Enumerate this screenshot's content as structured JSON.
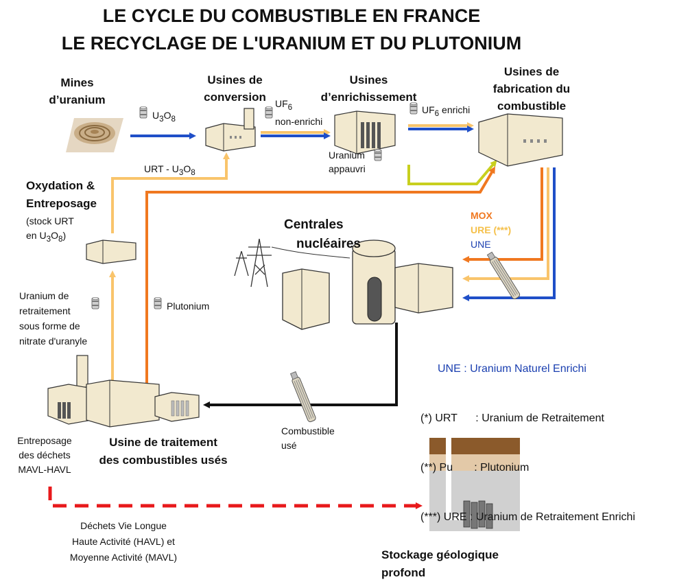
{
  "title": {
    "line1": "LE CYCLE DU COMBUSTIBLE EN FRANCE",
    "line2": "LE RECYCLAGE DE L'URANIUM ET DU PLUTONIUM"
  },
  "nodes": {
    "mines": {
      "line1": "Mines",
      "line2": "d’uranium"
    },
    "conversion": {
      "line1": "Usines de",
      "line2": "conversion"
    },
    "enrichissement": {
      "line1": "Usines",
      "line2": "d’enrichissement"
    },
    "fabrication": {
      "line1": "Usines de",
      "line2": "fabrication du",
      "line3": "combustible"
    },
    "oxydation": {
      "line1": "Oxydation &",
      "line2": "Entreposage",
      "line3": "(stock URT",
      "line4_prefix": "en U",
      "sub1": "3",
      "mid": "O",
      "sub2": "8",
      "suffix": ")"
    },
    "centrales": {
      "line1": "Centrales",
      "line2": "nucléaires"
    },
    "traitement": {
      "line1": "Usine de traitement",
      "line2": "des combustibles usés"
    },
    "stockage": {
      "line1": "Stockage géologique",
      "line2": "profond"
    }
  },
  "flows": {
    "u3o8": {
      "base": "U",
      "sub1": "3",
      "mid": "O",
      "sub2": "8"
    },
    "uf6_non": {
      "base": "UF",
      "sub": "6",
      "line2": "non-enrichi"
    },
    "uf6_enr": {
      "base": "UF",
      "sub": "6",
      "rest": " enrichi"
    },
    "uranium_appauvri": {
      "line1": "Uranium",
      "line2": "appauvri"
    },
    "urt_u3o8": {
      "prefix": "URT - U",
      "sub1": "3",
      "mid": "O",
      "sub2": "8"
    },
    "plutonium": "Plutonium",
    "uranium_retraitement": {
      "line1": "Uranium de",
      "line2": "retraitement",
      "line3": "sous forme de",
      "line4": "nitrate d'uranyle"
    },
    "combustible_use": {
      "line1": "Combustible",
      "line2": "usé"
    },
    "entreposage_dechets": {
      "line1": "Entreposage",
      "line2": "des déchets",
      "line3": "MAVL-HAVL"
    },
    "dechets": {
      "line1": "Déchets Vie Longue",
      "line2": "Haute Activité (HAVL) et",
      "line3": "Moyenne Activité (MAVL)"
    },
    "mox": "MOX",
    "ure": "URE (***)",
    "une": "UNE"
  },
  "legend": {
    "une": "UNE : Uranium Naturel Enrichi",
    "urt": "(*) URT      : Uranium de Retraitement",
    "pu": "(**) Pu       : Plutonium",
    "ure": "(***) URE : Uranium de Retraitement Enrichi"
  },
  "colors": {
    "blue": "#1f4fc8",
    "light_orange": "#f9c46b",
    "orange": "#f07820",
    "lime": "#c8cf1e",
    "black": "#111111",
    "red": "#e8191b",
    "building": "#f2e9cf"
  },
  "icons": {
    "barrel": "barrel-icon",
    "factory": "factory-icon",
    "mine": "mine-icon",
    "reactor": "reactor-icon",
    "pylon": "pylon-icon",
    "fuel_rod": "fuel-rod-icon",
    "repository": "repository-icon"
  }
}
